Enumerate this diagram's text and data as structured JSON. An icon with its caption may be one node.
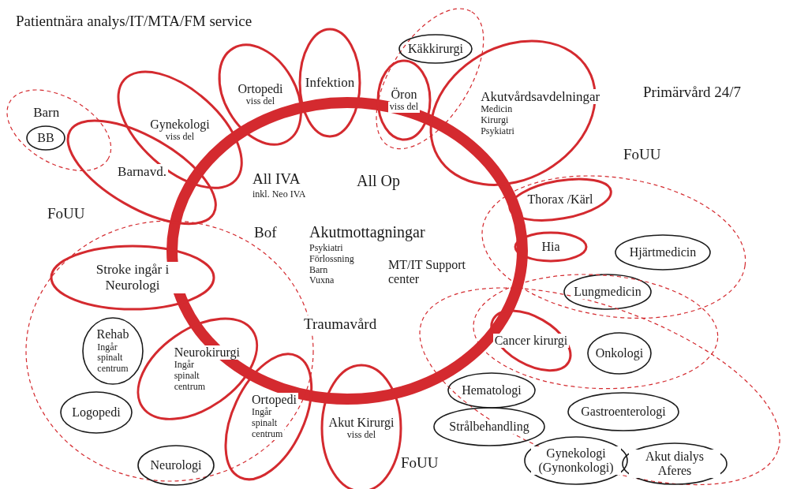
{
  "diagram": {
    "nodes": [
      {
        "text": [
          "All IVA",
          "inkl. Neo IVA",
          "All Op",
          "Bof",
          "Akutmottagningar",
          "Psykiatri Förlossning Barn Vuxna",
          "MT/IT Support center",
          "Traumavård"
        ]
      },
      {
        "text": [
          "Barn"
        ]
      },
      {
        "text": [
          "BB"
        ],
        "in": 1
      },
      {
        "text": [
          "Barnavd."
        ]
      },
      {
        "text": [
          "Gynekologi",
          "viss del"
        ]
      },
      {
        "text": [
          "Ortopedi",
          "viss del"
        ]
      },
      {
        "text": [
          "Infektion"
        ]
      },
      {
        "text": [],
        "shape": "ellipse"
      },
      {
        "text": [
          "Käkkirurgi"
        ],
        "in": 7
      },
      {
        "text": [
          "Öron",
          "viss del"
        ],
        "in": 7
      },
      {
        "text": [
          "Akutvårdsavdelningar",
          "Medicin Kirurgi Psykiatri"
        ]
      },
      {
        "text": [],
        "shape": "ellipse"
      },
      {
        "text": [
          "Stroke ingår i Neurologi"
        ],
        "in": 11
      },
      {
        "text": [
          "Rehab",
          "Ingår spinalt centrum"
        ],
        "in": 11
      },
      {
        "text": [
          "Neurokirurgi",
          "Ingår spinalt centrum"
        ],
        "in": 11
      },
      {
        "text": [
          "Logopedi"
        ],
        "in": 11
      },
      {
        "text": [
          "Ortopedi",
          "Ingår spinalt centrum"
        ],
        "in": 11
      },
      {
        "text": [
          "Neurologi"
        ],
        "in": 11
      },
      {
        "text": [
          "Akut Kirurgi",
          "viss del"
        ]
      },
      {
        "text": [],
        "shape": "ellipse"
      },
      {
        "text": [
          "Thorax /Kärl"
        ],
        "in": 19
      },
      {
        "text": [
          "Hia"
        ],
        "in": 19
      },
      {
        "text": [
          "Hjärtmedicin"
        ],
        "in": 19
      },
      {
        "text": [
          "Lungmedicin"
        ]
      },
      {
        "text": [],
        "shape": "ellipse"
      },
      {
        "text": [
          "Cancer kirurgi"
        ],
        "in": 24
      },
      {
        "text": [
          "Onkologi"
        ],
        "in": 24
      },
      {
        "text": [],
        "shape": "ellipse"
      },
      {
        "text": [
          "Hematologi"
        ],
        "in": 27
      },
      {
        "text": [
          "Strålbehandling"
        ],
        "in": 27
      },
      {
        "text": [
          "Gastroenterologi"
        ],
        "in": 27
      },
      {
        "text": [
          "Gynekologi (Gynonkologi)"
        ],
        "in": 27
      },
      {
        "text": [
          "Akut dialys Aferes"
        ],
        "in": 27
      }
    ],
    "labels": [
      "Patientnära analys/IT/MTA/FM service",
      "Primärvård 24/7",
      "FoUU",
      "FoUU",
      "FoUU"
    ]
  }
}
